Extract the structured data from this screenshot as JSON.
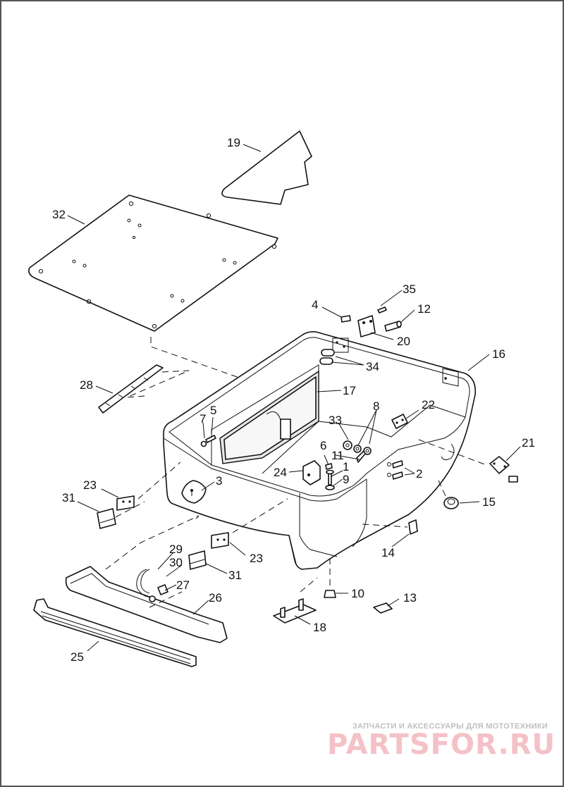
{
  "callouts": [
    {
      "id": "c19",
      "label": "19"
    },
    {
      "id": "c32",
      "label": "32"
    },
    {
      "id": "c4",
      "label": "4"
    },
    {
      "id": "c35",
      "label": "35"
    },
    {
      "id": "c12",
      "label": "12"
    },
    {
      "id": "c20",
      "label": "20"
    },
    {
      "id": "c16",
      "label": "16"
    },
    {
      "id": "c34",
      "label": "34"
    },
    {
      "id": "c28",
      "label": "28"
    },
    {
      "id": "c17",
      "label": "17"
    },
    {
      "id": "c8",
      "label": "8"
    },
    {
      "id": "c22",
      "label": "22"
    },
    {
      "id": "c7",
      "label": "7"
    },
    {
      "id": "c5",
      "label": "5"
    },
    {
      "id": "c33",
      "label": "33"
    },
    {
      "id": "c21",
      "label": "21"
    },
    {
      "id": "c6",
      "label": "6"
    },
    {
      "id": "c11",
      "label": "11"
    },
    {
      "id": "c1",
      "label": "1"
    },
    {
      "id": "c24",
      "label": "24"
    },
    {
      "id": "c2",
      "label": "2"
    },
    {
      "id": "c9",
      "label": "9"
    },
    {
      "id": "c3",
      "label": "3"
    },
    {
      "id": "c23a",
      "label": "23"
    },
    {
      "id": "c31a",
      "label": "31"
    },
    {
      "id": "c15",
      "label": "15"
    },
    {
      "id": "c14",
      "label": "14"
    },
    {
      "id": "c29",
      "label": "29"
    },
    {
      "id": "c30",
      "label": "30"
    },
    {
      "id": "c23b",
      "label": "23"
    },
    {
      "id": "c31b",
      "label": "31"
    },
    {
      "id": "c27",
      "label": "27"
    },
    {
      "id": "c10",
      "label": "10"
    },
    {
      "id": "c13",
      "label": "13"
    },
    {
      "id": "c26",
      "label": "26"
    },
    {
      "id": "c18",
      "label": "18"
    },
    {
      "id": "c25",
      "label": "25"
    }
  ],
  "watermark": {
    "subtitle": "ЗАПЧАСТИ И АКСЕССУАРЫ ДЛЯ МОТОТЕХНИКИ",
    "brand": "PARTSFOR.RU",
    "subtitle_color": "#bfbfbf",
    "brand_color": "#f4c2c6"
  },
  "colors": {
    "line": "#111111",
    "background": "#ffffff",
    "border": "#555555"
  }
}
